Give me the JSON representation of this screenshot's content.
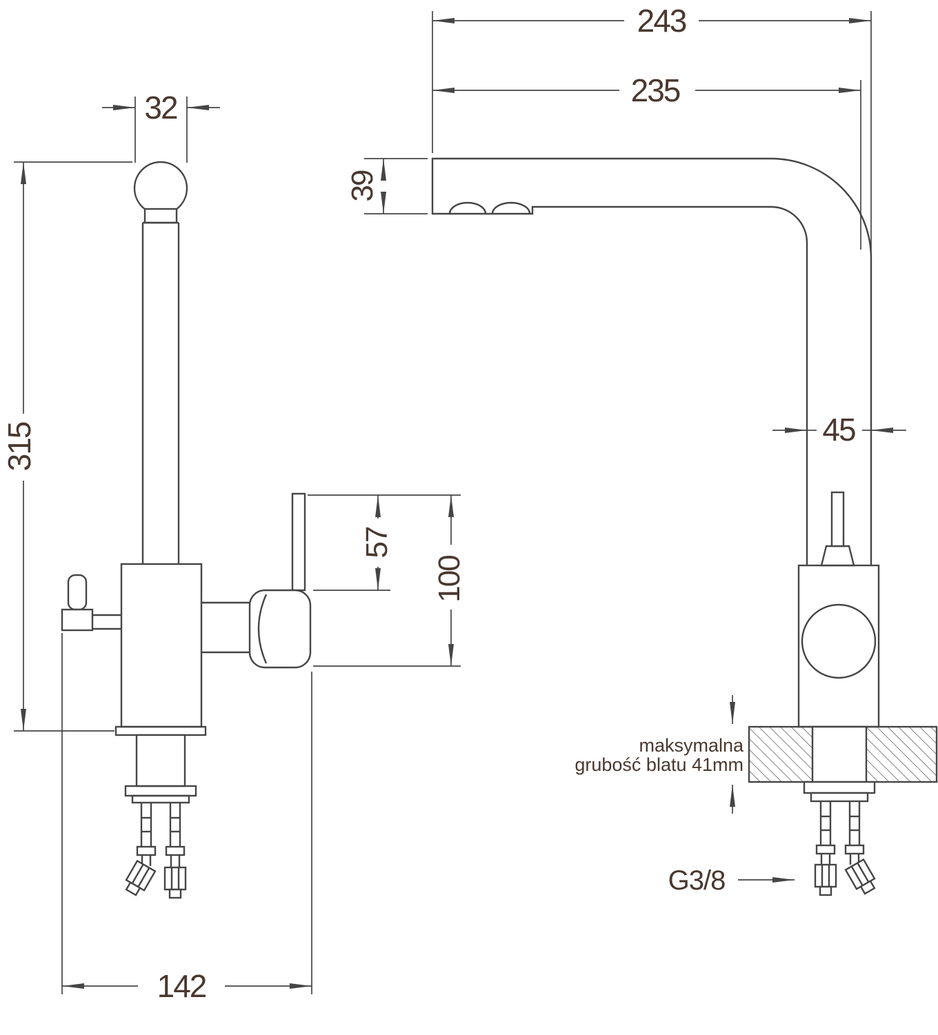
{
  "diagram": {
    "dims": {
      "d243": "243",
      "d235": "235",
      "d39": "39",
      "d32": "32",
      "d315": "315",
      "d45": "45",
      "d57": "57",
      "d100": "100",
      "d142": "142"
    },
    "notes": {
      "counter_line1": "maksymalna",
      "counter_line2": "grubość blatu 41mm",
      "thread": "G3/8"
    },
    "colors": {
      "line": "#454545",
      "text": "#4a382f",
      "background": "#ffffff"
    }
  }
}
